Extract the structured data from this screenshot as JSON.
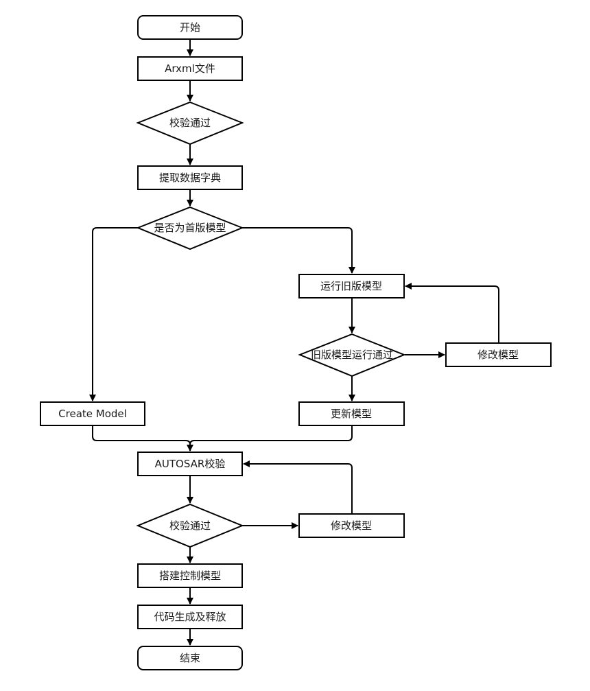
{
  "diagram": {
    "type": "flowchart",
    "nodes": {
      "start": "开始",
      "arxml_file": "Arxml文件",
      "check_pass_1": "校验通过",
      "extract_dictionary": "提取数据字典",
      "is_first_model": "是否为首版模型",
      "run_old_model": "运行旧版模型",
      "old_model_run_pass": "旧版模型运行通过",
      "modify_model_1": "修改模型",
      "create_model": "Create Model",
      "update_model": "更新模型",
      "autosar_check": "AUTOSAR校验",
      "check_pass_2": "校验通过",
      "modify_model_2": "修改模型",
      "build_control_model": "搭建控制模型",
      "codegen_release": "代码生成及释放",
      "end": "结束"
    },
    "edges": [
      {
        "from": "start",
        "to": "arxml_file"
      },
      {
        "from": "arxml_file",
        "to": "check_pass_1"
      },
      {
        "from": "check_pass_1",
        "to": "extract_dictionary"
      },
      {
        "from": "extract_dictionary",
        "to": "is_first_model"
      },
      {
        "from": "is_first_model",
        "to": "create_model"
      },
      {
        "from": "is_first_model",
        "to": "run_old_model"
      },
      {
        "from": "run_old_model",
        "to": "old_model_run_pass"
      },
      {
        "from": "old_model_run_pass",
        "to": "modify_model_1"
      },
      {
        "from": "modify_model_1",
        "to": "run_old_model"
      },
      {
        "from": "old_model_run_pass",
        "to": "update_model"
      },
      {
        "from": "create_model",
        "to": "autosar_check"
      },
      {
        "from": "update_model",
        "to": "autosar_check"
      },
      {
        "from": "autosar_check",
        "to": "check_pass_2"
      },
      {
        "from": "check_pass_2",
        "to": "modify_model_2"
      },
      {
        "from": "modify_model_2",
        "to": "autosar_check"
      },
      {
        "from": "check_pass_2",
        "to": "build_control_model"
      },
      {
        "from": "build_control_model",
        "to": "codegen_release"
      },
      {
        "from": "codegen_release",
        "to": "end"
      }
    ]
  }
}
